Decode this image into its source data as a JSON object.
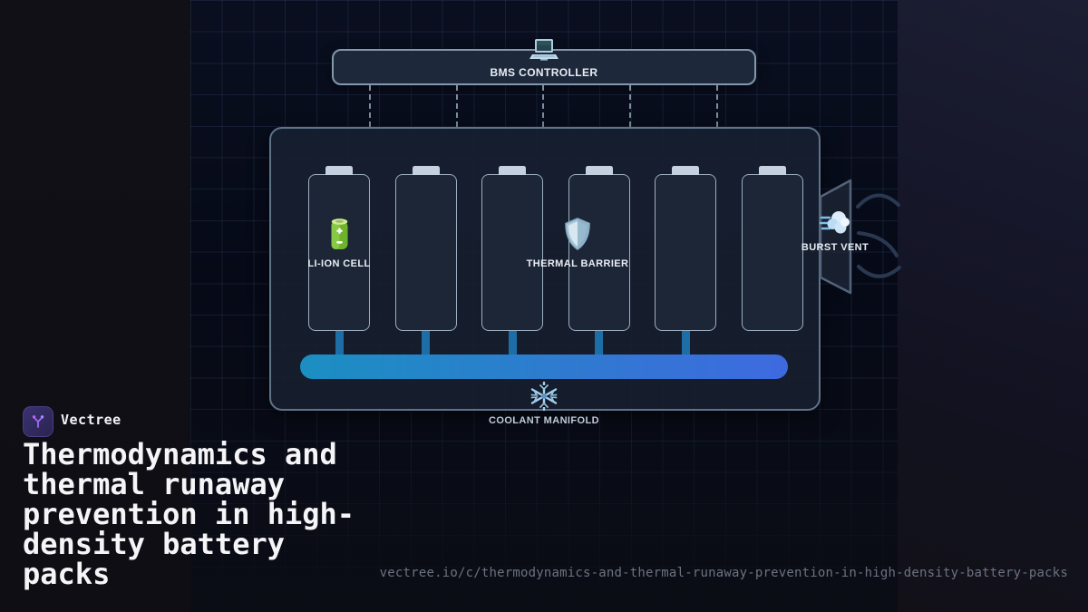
{
  "brand": {
    "name": "Vectree"
  },
  "title": "Thermodynamics and thermal runaway prevention in high-density battery packs",
  "url": "vectree.io/c/thermodynamics-and-thermal-runaway-prevention-in-high-density-battery-packs",
  "diagram": {
    "bms_label": "BMS CONTROLLER",
    "liion_label": "LI-ION CELL",
    "thermal_label": "THERMAL BARRIER",
    "burst_label": "BURST VENT",
    "coolant_label": "COOLANT MANIFOLD",
    "cell_count": 6,
    "connector_count": 5,
    "bus_line_count": 5,
    "icons": [
      "laptop-icon",
      "battery-icon",
      "shield-icon",
      "wind-icon",
      "snowflake-icon"
    ],
    "colors": {
      "manifold_start": "#1b8fc2",
      "manifold_end": "#3e6ae0",
      "connector": "#1d6ea6",
      "cell_border": "#9caebf",
      "pack_border": "#5f7389",
      "accent_purple": "#9d6df2"
    }
  }
}
